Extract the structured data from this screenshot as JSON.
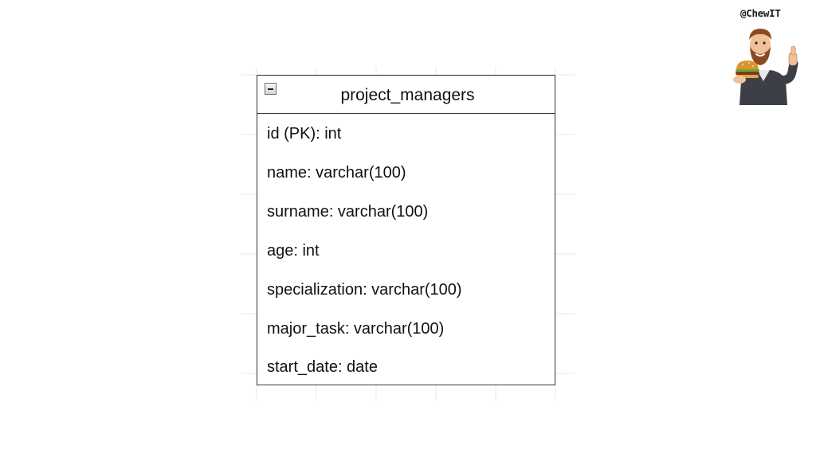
{
  "brand": {
    "handle": "@ChewIT"
  },
  "entity": {
    "name": "project_managers",
    "attributes": [
      "id (PK): int",
      "name: varchar(100)",
      "surname: varchar(100)",
      "age: int",
      "specialization: varchar(100)",
      "major_task: varchar(100)",
      "start_date: date"
    ]
  },
  "colors": {
    "border": "#3a3a3a",
    "grid": "#e6e6e6",
    "text": "#111111"
  },
  "icons": {
    "collapse": "minus-square-icon",
    "mascot": "bearded-man-burger-thumbs-up-icon"
  }
}
